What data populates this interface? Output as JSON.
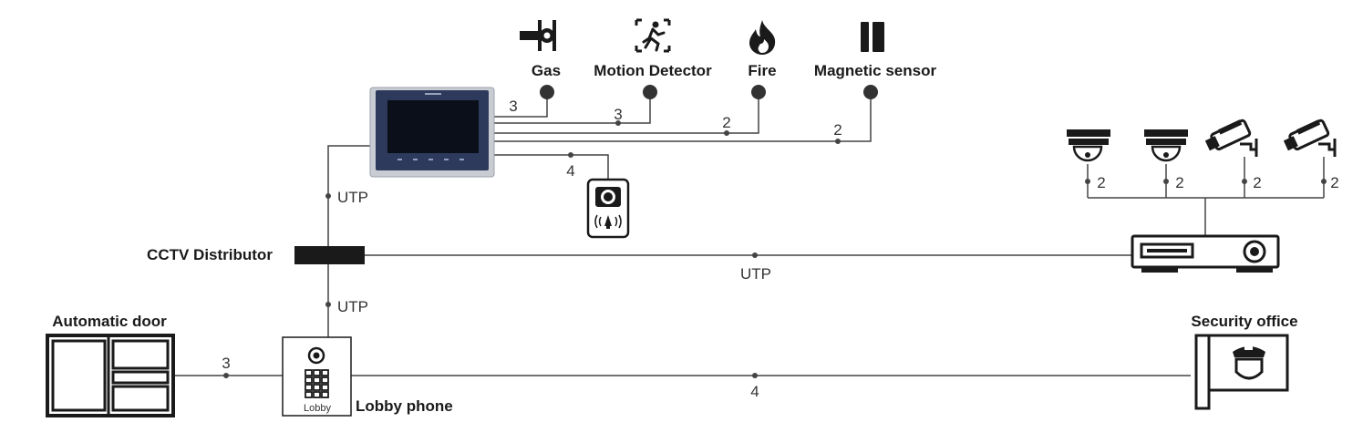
{
  "colors": {
    "wire": "#444444",
    "device_dark": "#1a1a1a",
    "monitor_frame": "#2d3a5c",
    "monitor_silver": "#c9cdd3",
    "monitor_screen": "#0b0f1a"
  },
  "sensors": {
    "gas": {
      "label": "Gas",
      "icon": "gas-valve-icon",
      "wires": "3"
    },
    "motion": {
      "label": "Motion Detector",
      "icon": "running-person-exit-icon",
      "wires": "3"
    },
    "fire": {
      "label": "Fire",
      "icon": "flame-icon",
      "wires": "2"
    },
    "magnetic": {
      "label": "Magnetic sensor",
      "icon": "magnetic-contact-icon",
      "wires": "2"
    }
  },
  "monitor": {
    "icon": "video-intercom-monitor-icon",
    "door_station_wires": "4",
    "door_station_icon": "door-camera-station-icon"
  },
  "cameras": [
    {
      "icon": "dome-camera-icon",
      "wires": "2"
    },
    {
      "icon": "dome-camera-icon",
      "wires": "2"
    },
    {
      "icon": "bullet-camera-icon",
      "wires": "2"
    },
    {
      "icon": "bullet-camera-icon",
      "wires": "2"
    }
  ],
  "cctv_distributor": {
    "label": "CCTV Distributor",
    "upper_cable": "UTP",
    "lower_cable": "UTP",
    "dvr_cable": "UTP"
  },
  "dvr": {
    "icon": "dvr-recorder-icon"
  },
  "automatic_door": {
    "label": "Automatic door",
    "wires": "3",
    "icon": "automatic-door-icon"
  },
  "lobby_phone": {
    "label": "Lobby phone",
    "panel_text": "Lobby",
    "icon": "lobby-phone-panel-icon"
  },
  "security_office": {
    "label": "Security office",
    "wires": "4",
    "icon": "security-guard-icon"
  }
}
